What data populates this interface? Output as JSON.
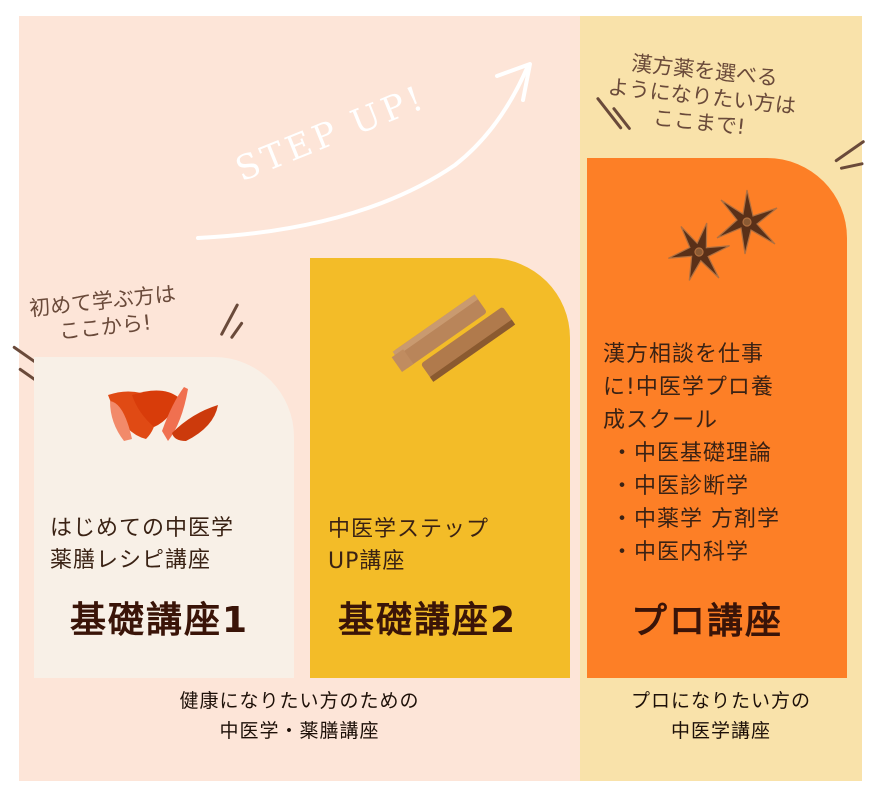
{
  "colors": {
    "panel_left": "#FDE5D8",
    "panel_right": "#F9E2AA",
    "card1": "#F8F0E7",
    "card2": "#F3BC28",
    "card3": "#FD7F26",
    "title_text": "#3a1408",
    "callout_text": "#6a4a3a"
  },
  "step_up": {
    "label": "STEP UP!",
    "icon": "curved-arrow-icon"
  },
  "courses": [
    {
      "callout": [
        "初めて学ぶ方は",
        "ここから!"
      ],
      "illustration": "goji-berry-illustration",
      "description": [
        "はじめての中医学",
        "薬膳レシピ講座"
      ],
      "title": "基礎講座1"
    },
    {
      "illustration": "cinnamon-bark-illustration",
      "description": [
        "中医学ステップ",
        "UP講座"
      ],
      "title": "基礎講座2"
    },
    {
      "callout": [
        "漢方薬を選べる",
        "ようになりたい方は",
        "ここまで!"
      ],
      "illustration": "star-anise-illustration",
      "description": [
        "漢方相談を仕事",
        "に!中医学プロ養",
        "成スクール"
      ],
      "items": [
        "・中医基礎理論",
        "・中医診断学",
        "・中薬学 方剤学",
        "・中医内科学"
      ],
      "title": "プロ講座"
    }
  ],
  "footer": {
    "left": [
      "健康になりたい方のための",
      "中医学・薬膳講座"
    ],
    "right": [
      "プロになりたい方の",
      "中医学講座"
    ]
  }
}
